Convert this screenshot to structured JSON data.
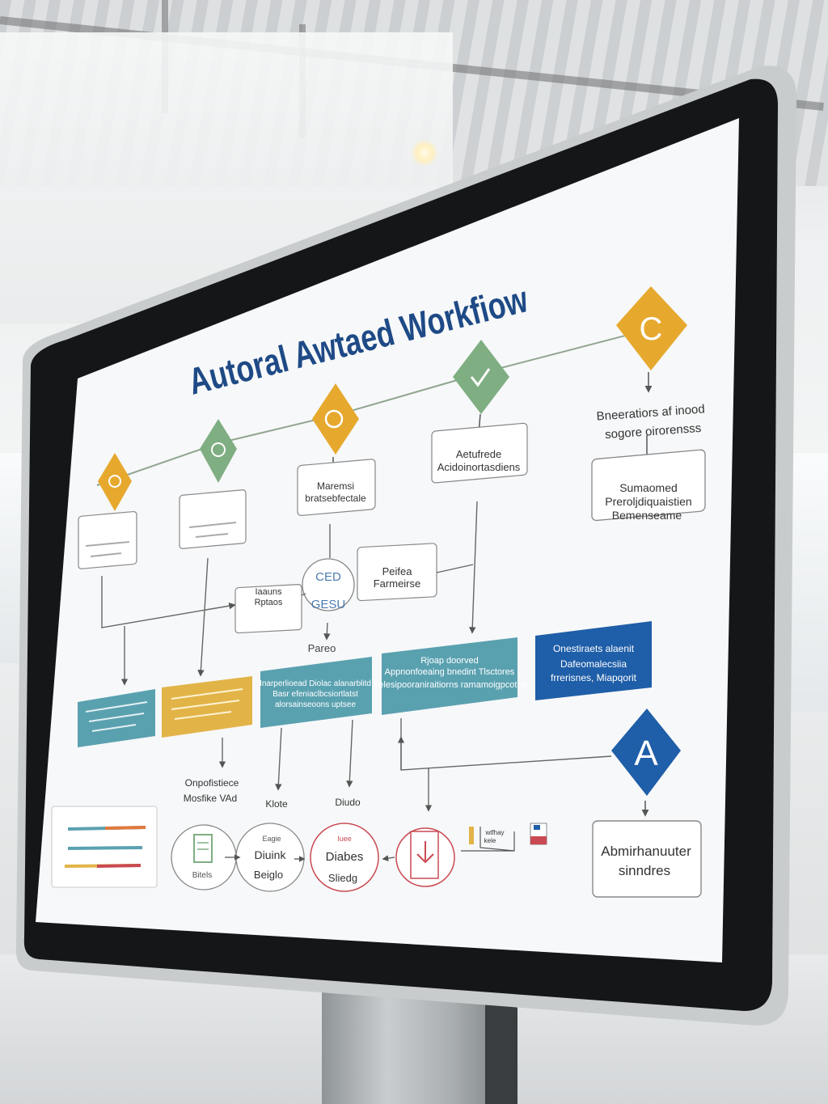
{
  "title": "Autoral Awtaed Workfiow",
  "top_icons": {
    "c_letter": "C",
    "a_letter": "A"
  },
  "notes": {
    "right_top": [
      "Bneeratiors af inood",
      "sogore oirorensss"
    ],
    "center_label": "Pareo",
    "left_bottom": [
      "Onpofistiece",
      "Mosfike VAd"
    ],
    "mid_label_1": "Klote",
    "mid_label_2": "Diudo"
  },
  "boxes": {
    "b1": "",
    "b2": "",
    "b3": [
      "Maremsi",
      "bratsebfectale"
    ],
    "b4": [
      "Aetufrede",
      "Acidoinortasdiens"
    ],
    "b5": [
      "Sumaomed",
      "Preroljdiquaistien",
      "Bemenseame"
    ],
    "b6": [
      "Iaauns",
      "Rptaos"
    ],
    "b7": [
      "Peifea",
      "Farmeirse"
    ],
    "circle_center": [
      "CED",
      "GESU"
    ],
    "bottom_right": [
      "Abmirhanuuter",
      "sinndres"
    ]
  },
  "bars": {
    "bar_blue_right": [
      "Onestiraets alaenit",
      "Dafeomalecsiia",
      "frrerisnes,     Miapqorit"
    ],
    "bar_teal_2": [
      "Rjoap doorved",
      "Appnonfoeaing bnedint Tlsctores",
      "Aelesipooraniraitiorns ramamoigpcotes"
    ],
    "bar_teal_1": [
      "Inarperlioead Diolac alanarblitd",
      "Basr efeniaclbcsiortlatst",
      "alorsainseoons uptsee"
    ]
  },
  "circles": {
    "c2": [
      "Diuink",
      "Beiglo"
    ],
    "c2_top": "Eagie",
    "c3": [
      "Diabes",
      "Sliedg"
    ],
    "c3_top": "Iuee",
    "c1": "Bitels",
    "c4_bottom": ""
  },
  "flag_label": [
    "wtfhay",
    "kele"
  ],
  "colors": {
    "orange": "#e6a92e",
    "green": "#7fae82",
    "teal": "#5aa1b0",
    "yellow_bar": "#e2b448",
    "navy": "#1f5ea8",
    "title_blue": "#1e4a86",
    "red_circle": "#c94a52"
  }
}
